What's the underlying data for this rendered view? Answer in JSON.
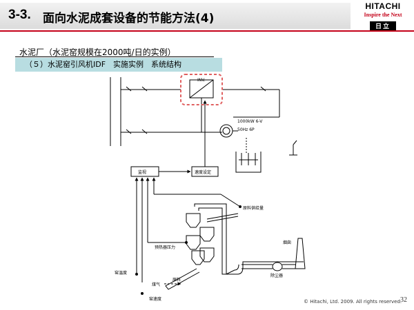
{
  "header": {
    "title_number": "3-3.",
    "title_text": "面向水泥成套设备的节能方法(4)",
    "logo_word": "HITACHI",
    "logo_slogan": "Inspire the Next",
    "logo_kanji": "日立"
  },
  "subtitle": "水泥厂（水泥窑规模在2000吨/日的实例）",
  "section_label": "（５）水泥窑引风机IDF　实施实例　系统结构",
  "diagram": {
    "inverter_label": "INV.",
    "motor_spec_line1": "1000kW  6-V",
    "motor_spec_line2": "50Hz  6P",
    "monitor_label": "监视",
    "speed_setting_label": "速度设定",
    "raw_feed_rate_label": "原料供给量",
    "preheater_pressure_label": "预热器压力",
    "chimney_label": "烟囱",
    "dust_collector_label": "除尘器",
    "kiln_temp_label": "窑温度",
    "coal_label": "煤气",
    "raw_material_label": "原料",
    "kiln_speed_label": "窑速度"
  },
  "footer": {
    "copyright": "© Hitachi, Ltd. 2009.  All rights reserved.",
    "page_number": "32"
  },
  "colors": {
    "accent_red": "#c40018",
    "teal_bar": "#b8dde1",
    "inverter_box": "#e06060"
  }
}
